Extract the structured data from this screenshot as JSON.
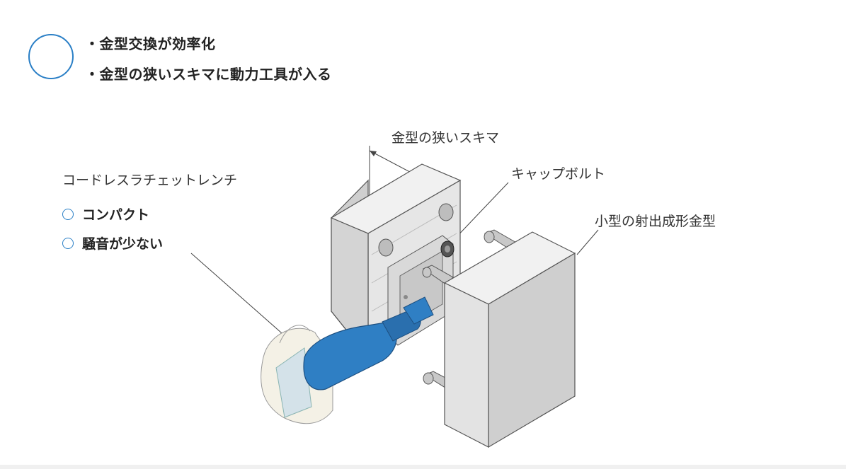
{
  "bullets": [
    "・金型交換が効率化",
    "・金型の狭いスキマに動力工具が入る"
  ],
  "labels": {
    "gap": "金型の狭いスキマ",
    "cap_bolt": "キャップボルト",
    "mold": "小型の射出成形金型",
    "wrench": "コードレスラチェットレンチ"
  },
  "features": [
    "コンパクト",
    "騒音が少ない"
  ],
  "colors": {
    "accent": "#2a7fc6",
    "tool": "#2f7fc4",
    "mold": "#e3e3e3"
  }
}
